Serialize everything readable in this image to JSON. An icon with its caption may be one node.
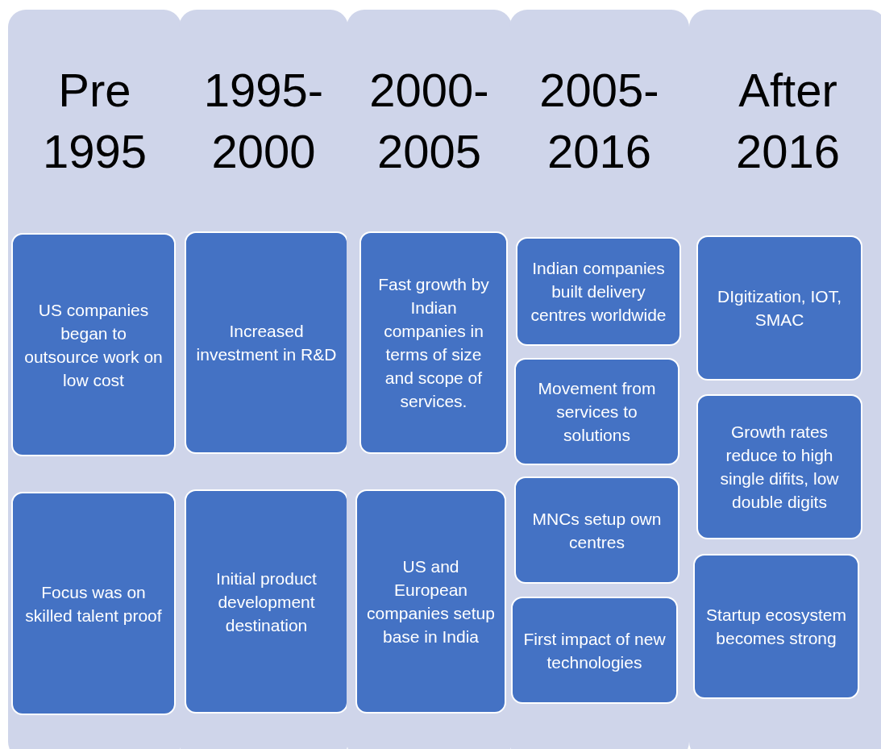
{
  "diagram": {
    "nodes": [
      {
        "text": [
          "Pre 1995"
        ]
      },
      {
        "text": [
          "US companies began to outsource work on low cost"
        ],
        "in": 0
      },
      {
        "text": [
          "Focus was on skilled talent proof"
        ],
        "in": 0
      },
      {
        "text": [
          "1995- 2000"
        ]
      },
      {
        "text": [
          "Increased investment in R&D"
        ],
        "in": 3
      },
      {
        "text": [
          "Initial product development destination"
        ],
        "in": 3
      },
      {
        "text": [
          "2000- 2005"
        ]
      },
      {
        "text": [
          "Fast growth by Indian companies in terms of size and scope of services."
        ],
        "in": 6
      },
      {
        "text": [
          "US and European companies setup base in India"
        ],
        "in": 6
      },
      {
        "text": [
          "2005- 2016"
        ]
      },
      {
        "text": [
          "Indian companies built delivery centres worldwide"
        ],
        "in": 9
      },
      {
        "text": [
          "Movement from services to solutions"
        ],
        "in": 9
      },
      {
        "text": [
          "MNCs setup own centres"
        ],
        "in": 9
      },
      {
        "text": [
          "First impact of new technologies"
        ],
        "in": 9
      },
      {
        "text": [
          "After 2016"
        ]
      },
      {
        "text": [
          "DIgitization, IOT, SMAC"
        ],
        "in": 14
      },
      {
        "text": [
          "Growth rates reduce to high single difits, low double digits"
        ],
        "in": 14
      },
      {
        "text": [
          "Startup ecosystem becomes strong"
        ],
        "in": 14
      }
    ]
  }
}
